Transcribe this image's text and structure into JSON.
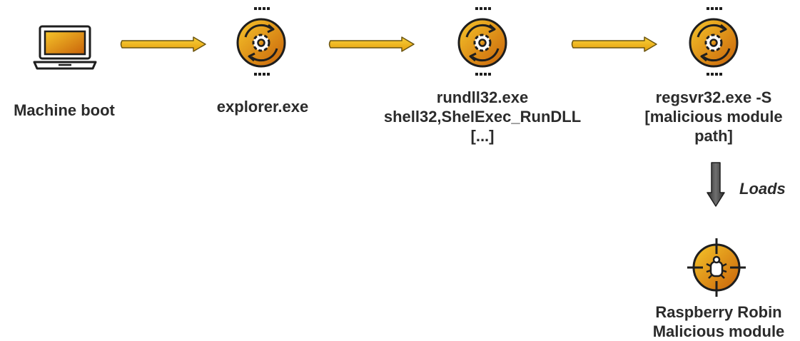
{
  "nodes": [
    {
      "label": "Machine boot",
      "icon": "laptop-icon"
    },
    {
      "label": "explorer.exe",
      "icon": "process-gear-icon"
    },
    {
      "label_lines": [
        "rundll32.exe",
        "shell32,ShelExec_RunDLL",
        "[...]"
      ],
      "icon": "process-gear-icon"
    },
    {
      "label_lines": [
        "regsvr32.exe -S",
        "[malicious module",
        "path]"
      ],
      "icon": "process-gear-icon"
    },
    {
      "label_lines": [
        "Raspberry Robin",
        "Malicious module"
      ],
      "icon": "bug-target-icon"
    }
  ],
  "edges": [
    {
      "from": "Machine boot",
      "to": "explorer.exe"
    },
    {
      "from": "explorer.exe",
      "to": "rundll32.exe"
    },
    {
      "from": "rundll32.exe",
      "to": "regsvr32.exe -S"
    },
    {
      "from": "regsvr32.exe -S",
      "to": "Raspberry Robin",
      "label": "Loads"
    }
  ],
  "colors": {
    "accent": "#f0b51a",
    "accent_dark": "#c46a00",
    "stroke": "#1e1e1e",
    "text": "#2b2b2b"
  }
}
